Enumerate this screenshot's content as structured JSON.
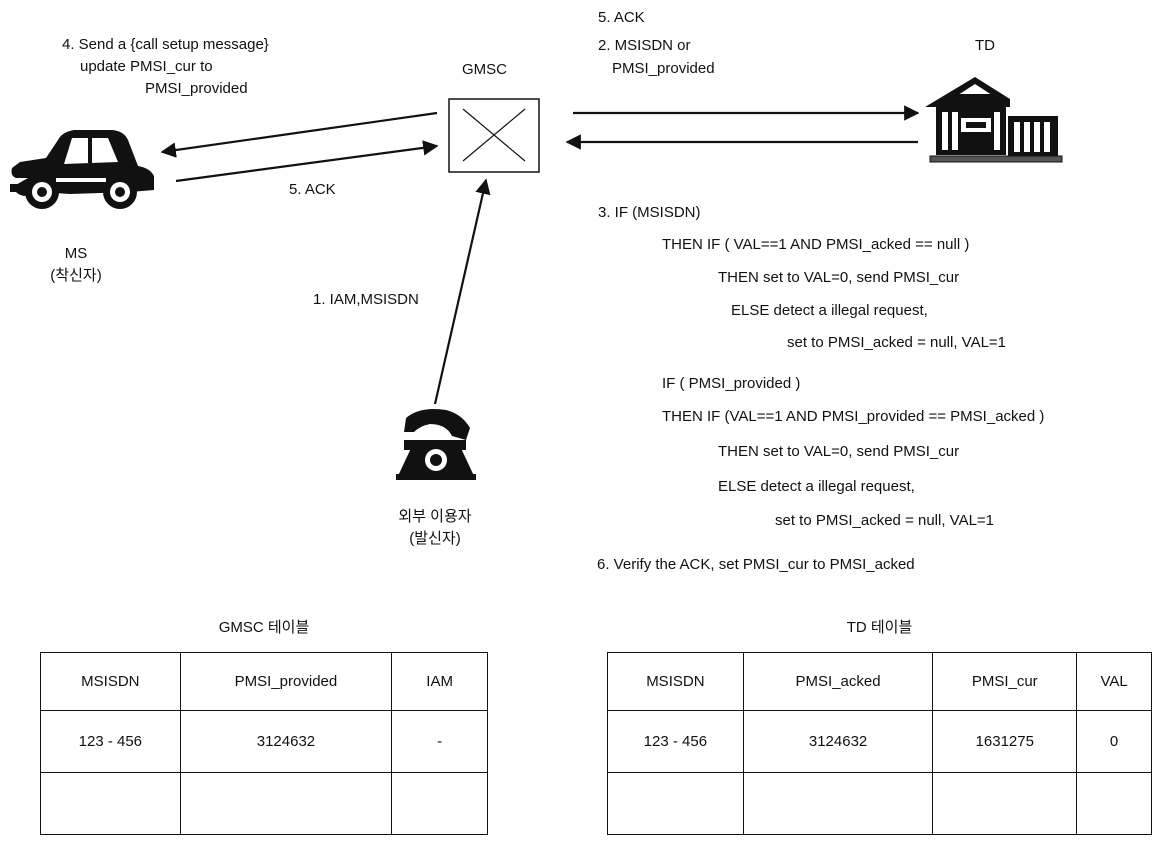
{
  "labels": {
    "step4_line1": "4. Send a {call setup message}",
    "step4_line2": "update PMSI_cur to",
    "step4_line3": "PMSI_provided",
    "gmsc": "GMSC",
    "step5_top": "5. ACK",
    "step2_line1": "2. MSISDN or",
    "step2_line2": "PMSI_provided",
    "td": "TD",
    "step5_left": "5. ACK",
    "ms_line1": "MS",
    "ms_line2": "(착신자)",
    "step1": "1. IAM,MSISDN",
    "ext_line1": "외부 이용자",
    "ext_line2": "(발신자)"
  },
  "icons": {
    "ms": "car-icon",
    "gmsc": "switch-x-icon",
    "td": "building-icon",
    "caller": "telephone-icon"
  },
  "logic": [
    "3. IF (MSISDN)",
    "THEN IF ( VAL==1 AND PMSI_acked == null )",
    "THEN set to VAL=0, send PMSI_cur",
    "ELSE detect a illegal request,",
    "set to  PMSI_acked = null, VAL=1",
    "IF ( PMSI_provided )",
    "THEN IF (VAL==1 AND PMSI_provided == PMSI_acked )",
    "THEN set to VAL=0, send PMSI_cur",
    "ELSE detect a illegal request,",
    "set  to PMSI_acked = null, VAL=1",
    "6. Verify the ACK, set PMSI_cur to PMSI_acked"
  ],
  "gmsc_table": {
    "caption": "GMSC 테이블",
    "headers": [
      "MSISDN",
      "PMSI_provided",
      "IAM"
    ],
    "rows": [
      [
        "123 - 456",
        "3124632",
        "-"
      ],
      [
        "",
        "",
        ""
      ]
    ]
  },
  "td_table": {
    "caption": "TD 테이블",
    "headers": [
      "MSISDN",
      "PMSI_acked",
      "PMSI_cur",
      "VAL"
    ],
    "rows": [
      [
        "123 - 456",
        "3124632",
        "1631275",
        "0"
      ],
      [
        "",
        "",
        "",
        ""
      ]
    ]
  }
}
